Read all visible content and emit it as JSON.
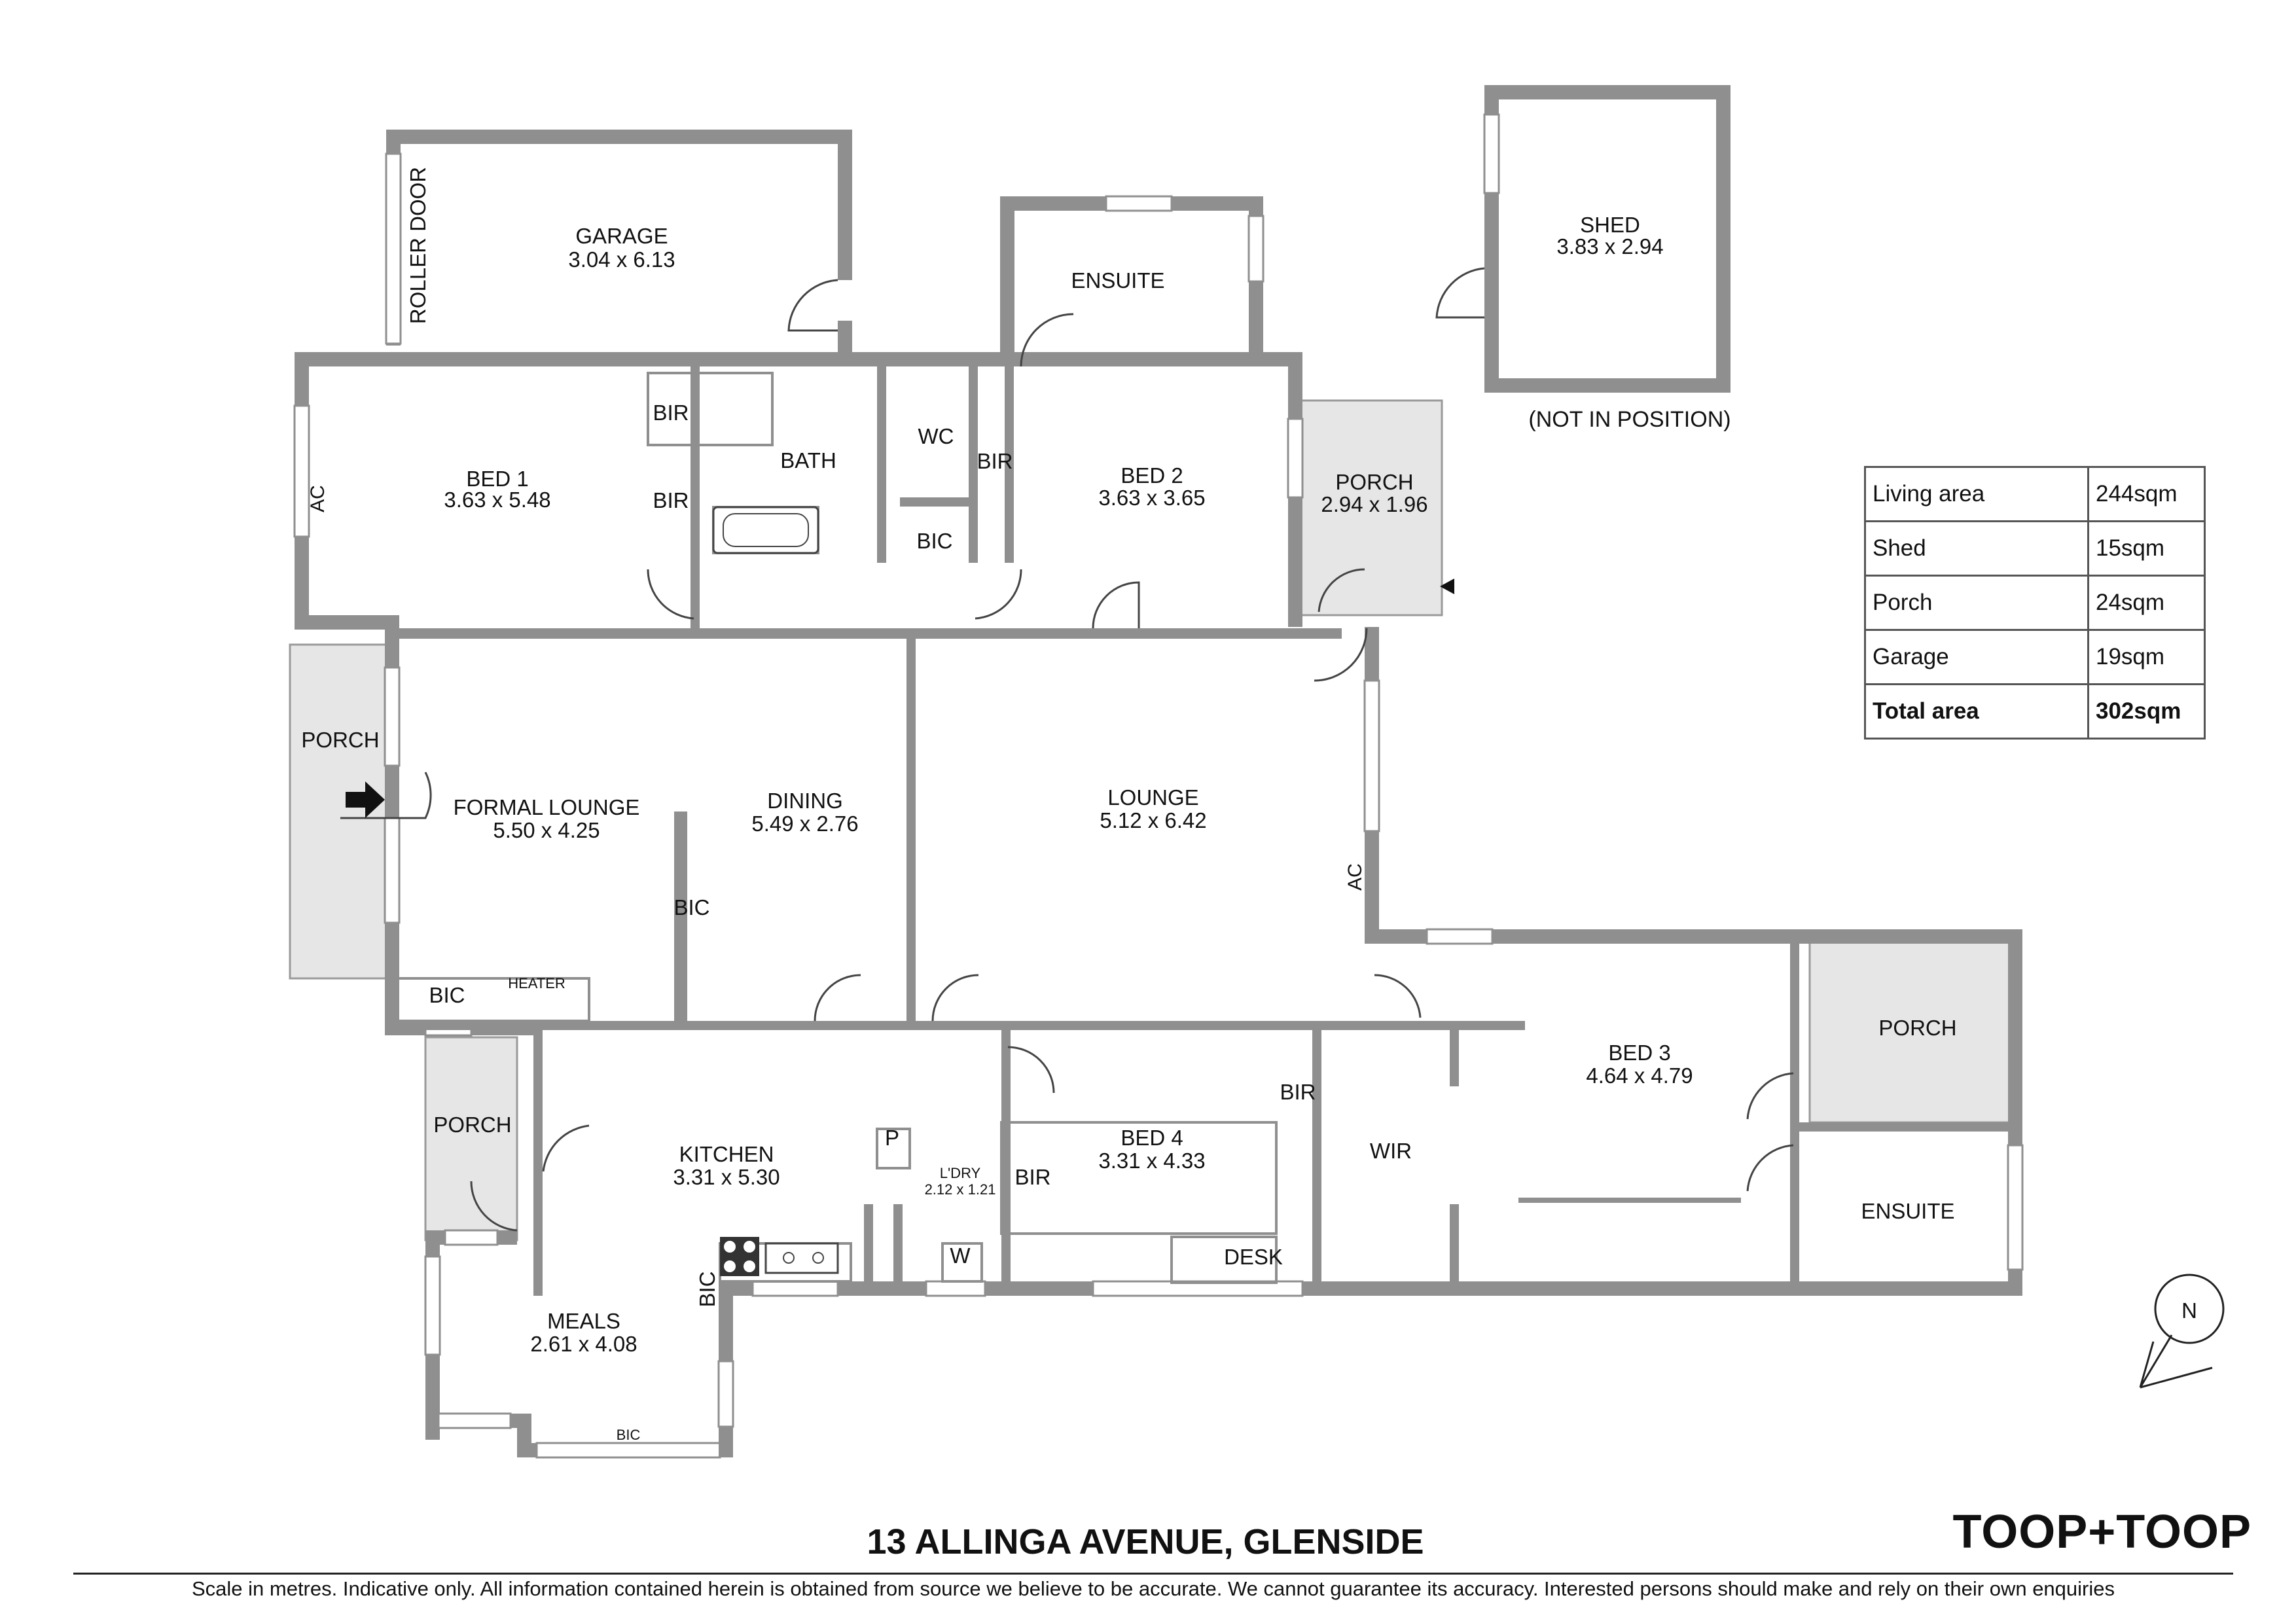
{
  "rooms": {
    "garage": {
      "name": "GARAGE",
      "size": "3.04 x 6.13"
    },
    "roller_door": "ROLLER DOOR",
    "ensuite_top": {
      "name": "ENSUITE"
    },
    "shed": {
      "name": "SHED",
      "size": "3.83 x 2.94",
      "note": "(NOT IN POSITION)"
    },
    "bed1": {
      "name": "BED 1",
      "size": "3.63 x 5.48"
    },
    "bath": {
      "name": "BATH"
    },
    "wc": {
      "name": "WC"
    },
    "bed2": {
      "name": "BED 2",
      "size": "3.63 x 3.65"
    },
    "porch_ne": {
      "name": "PORCH",
      "size": "2.94 x 1.96"
    },
    "porch_w": {
      "name": "PORCH"
    },
    "formal_lounge": {
      "name": "FORMAL LOUNGE",
      "size": "5.50 x 4.25"
    },
    "dining": {
      "name": "DINING",
      "size": "5.49 x 2.76"
    },
    "lounge": {
      "name": "LOUNGE",
      "size": "5.12 x 6.42"
    },
    "porch_sw": {
      "name": "PORCH"
    },
    "kitchen": {
      "name": "KITCHEN",
      "size": "3.31 x 5.30"
    },
    "laundry": {
      "name": "L'DRY",
      "size": "2.12 x 1.21"
    },
    "bed4": {
      "name": "BED 4",
      "size": "3.31 x 4.33"
    },
    "wir": {
      "name": "WIR"
    },
    "bed3": {
      "name": "BED 3",
      "size": "4.64 x 4.79"
    },
    "porch_e": {
      "name": "PORCH"
    },
    "ensuite_e": {
      "name": "ENSUITE"
    },
    "meals": {
      "name": "MEALS",
      "size": "2.61 x 4.08"
    }
  },
  "fixtures": {
    "bir": "BIR",
    "bic": "BIC",
    "ac": "AC",
    "heater": "HEATER",
    "pantry": "P",
    "washer": "W",
    "desk": "DESK"
  },
  "area_table": [
    {
      "label": "Living area",
      "value": "244sqm"
    },
    {
      "label": "Shed",
      "value": "15sqm"
    },
    {
      "label": "Porch",
      "value": "24sqm"
    },
    {
      "label": "Garage",
      "value": "19sqm"
    }
  ],
  "area_total": {
    "label": "Total area",
    "value": "302sqm"
  },
  "north_label": "N",
  "address": "13 ALLINGA AVENUE, GLENSIDE",
  "brand": "TOOP+TOOP",
  "disclaimer": "Scale in metres. Indicative only. All information contained herein is obtained from source we believe to be accurate. We cannot guarantee its accuracy. Interested persons should make and rely on their own enquiries"
}
